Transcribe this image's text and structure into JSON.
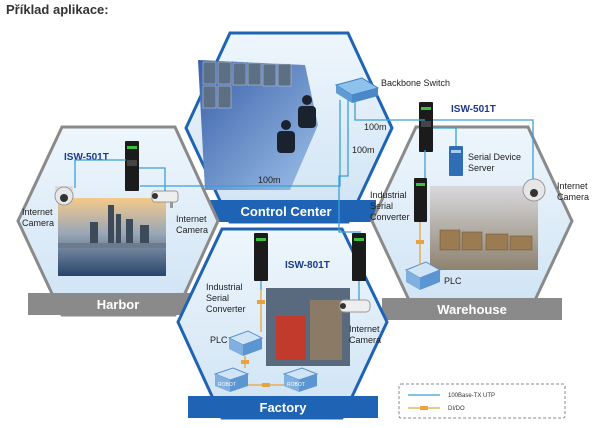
{
  "title": "Příklad aplikace:",
  "zones": {
    "control_center": "Control Center",
    "harbor": "Harbor",
    "warehouse": "Warehouse",
    "factory": "Factory"
  },
  "labels": {
    "backbone_switch": "Backbone Switch",
    "dist_100m_a": "100m",
    "dist_100m_b": "100m",
    "dist_100m_c": "100m",
    "isw501t_harbor": "ISW-501T",
    "isw501t_warehouse": "ISW-501T",
    "isw801t_factory": "ISW-801T",
    "internet_camera_harbor_l1": "Internet",
    "internet_camera_harbor_l2": "Camera",
    "internet_camera_harbor2_l1": "Internet",
    "internet_camera_harbor2_l2": "Camera",
    "serial_device_server_l1": "Serial Device",
    "serial_device_server_l2": "Server",
    "internet_camera_wh_l1": "Internet",
    "internet_camera_wh_l2": "Camera",
    "isc_wh_l1": "Industrial",
    "isc_wh_l2": "Serial",
    "isc_wh_l3": "Converter",
    "plc_wh": "PLC",
    "isc_fac_l1": "Industrial",
    "isc_fac_l2": "Serial",
    "isc_fac_l3": "Converter",
    "plc_fac": "PLC",
    "internet_camera_fac_l1": "Internet",
    "internet_camera_fac_l2": "Camera",
    "robot_1": "ROBOT",
    "robot_2": "ROBOT"
  },
  "legend": {
    "utp": "100Base-TX UTP",
    "dido": "DI/DO"
  },
  "colors": {
    "zone_blue": "#1f63b5",
    "hex_light": "#d6eaf8",
    "hex_border": "#6fa8dc",
    "zone_gray": "#8a8a8a",
    "cable": "#3aa0d8",
    "dido": "#e8a33d"
  }
}
